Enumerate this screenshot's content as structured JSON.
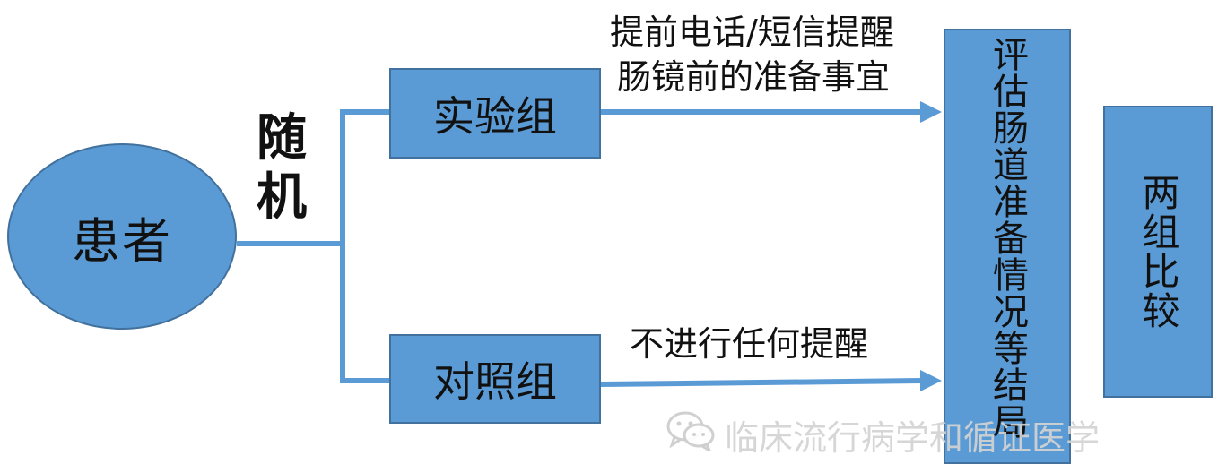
{
  "diagram": {
    "patient_label": "患者",
    "random_label": "随机",
    "experimental_group_label": "实验组",
    "control_group_label": "对照组",
    "experimental_annotation_line1": "提前电话/短信提醒",
    "experimental_annotation_line2": "肠镜前的准备事宜",
    "control_annotation": "不进行任何提醒",
    "evaluation_label": "评估肠道准备情况等结局",
    "comparison_label": "两组比较"
  },
  "watermark": {
    "icon": "wechat-icon",
    "text": "临床流行病学和循证医学"
  },
  "colors": {
    "node_fill": "#5b9bd5",
    "node_border": "#41719c",
    "connector": "#5b9bd5"
  }
}
